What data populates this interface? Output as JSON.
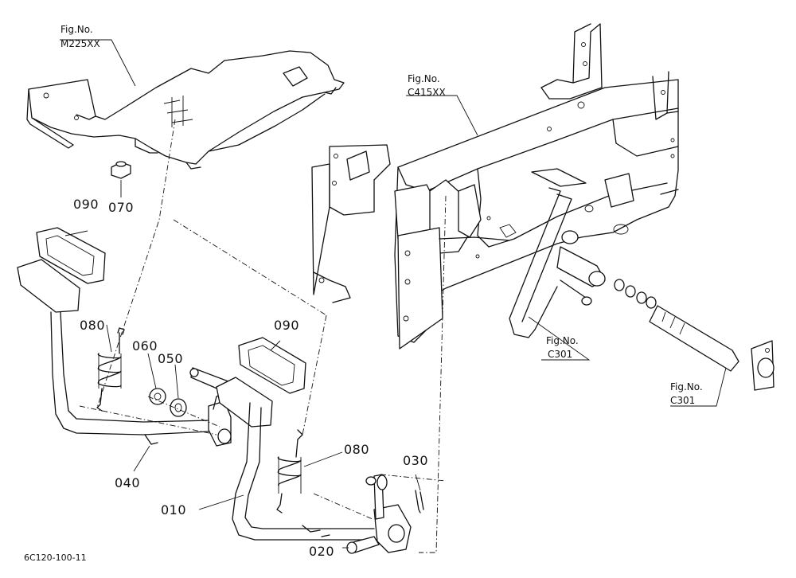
{
  "figure_refs": [
    {
      "id": "m225",
      "title": "Fig.No.",
      "code": "M225XX"
    },
    {
      "id": "c415",
      "title": "Fig.No.",
      "code": "C415XX"
    },
    {
      "id": "c301a",
      "title": "Fig.No.",
      "code": "C301"
    },
    {
      "id": "c301b",
      "title": "Fig.No.",
      "code": "C301"
    }
  ],
  "part_labels": {
    "p090a": "090",
    "p070": "070",
    "p080a": "080",
    "p060": "060",
    "p050": "050",
    "p090b": "090",
    "p040": "040",
    "p080b": "080",
    "p030": "030",
    "p010": "010",
    "p020": "020"
  },
  "diagram_code": "6C120-100-11"
}
